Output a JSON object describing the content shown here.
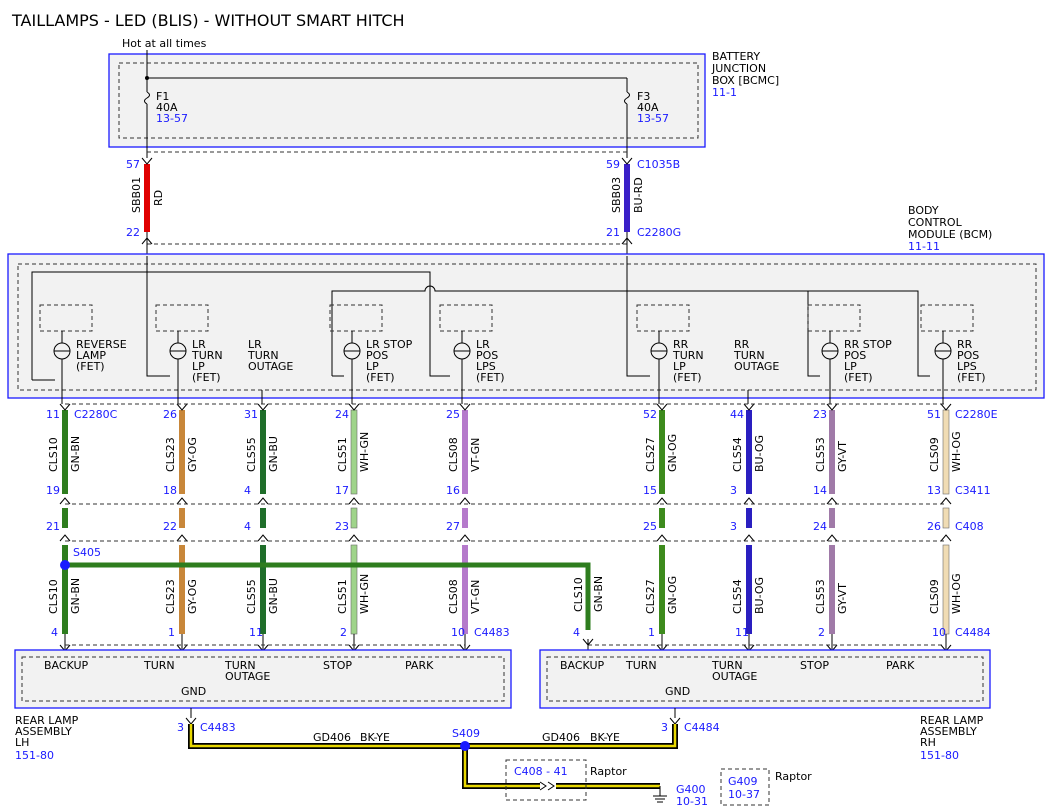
{
  "title": "TAILLAMPS - LED (BLIS) - WITHOUT SMART HITCH",
  "hot_label": "Hot at all times",
  "bjb": {
    "lines": [
      "BATTERY",
      "JUNCTION",
      "BOX [BCMC]"
    ],
    "ref": "11-1"
  },
  "bcm": {
    "lines": [
      "BODY",
      "CONTROL",
      "MODULE (BCM)"
    ],
    "ref": "11-11"
  },
  "fuses": [
    {
      "name": "F1",
      "amps": "40A",
      "ref": "13-57"
    },
    {
      "name": "F3",
      "amps": "40A",
      "ref": "13-57"
    }
  ],
  "feeds": [
    {
      "top_pin": "57",
      "bottom_pin": "22",
      "circuit": "SBB01",
      "color_code": "RD",
      "color": "#e00000",
      "top_conn": "",
      "bottom_conn": ""
    },
    {
      "top_pin": "59",
      "bottom_pin": "21",
      "circuit": "SBB03",
      "color_code": "BU-RD",
      "color": "#3a1fc8",
      "top_conn": "C1035B",
      "bottom_conn": "C2280G"
    }
  ],
  "bcm_outputs": [
    {
      "lines": [
        "REVERSE",
        "LAMP",
        "(FET)"
      ]
    },
    {
      "lines": [
        "LR",
        "TURN",
        "LP",
        "(FET)"
      ]
    },
    {
      "lines": [
        "LR",
        "TURN",
        "OUTAGE"
      ]
    },
    {
      "lines": [
        "LR STOP",
        "POS",
        "LP",
        "(FET)"
      ]
    },
    {
      "lines": [
        "LR",
        "POS",
        "LPS",
        "(FET)"
      ]
    },
    {
      "lines": [
        "RR",
        "TURN",
        "LP",
        "(FET)"
      ]
    },
    {
      "lines": [
        "RR",
        "TURN",
        "OUTAGE"
      ]
    },
    {
      "lines": [
        "RR STOP",
        "POS",
        "LP",
        "(FET)"
      ]
    },
    {
      "lines": [
        "RR",
        "POS",
        "LPS",
        "(FET)"
      ]
    }
  ],
  "connectors": {
    "bcm_left": "C2280C",
    "bcm_right": "C2280E",
    "c3411": "C3411",
    "c408": "C408",
    "lh": "C4483",
    "rh": "C4484"
  },
  "wires": [
    {
      "circuit": "CLS10",
      "color_code": "GN-BN",
      "bcm_pin": "11",
      "c3411_pin": "19",
      "c408_pin": "21",
      "lamp_pin": "4",
      "color": "#2e7d1e"
    },
    {
      "circuit": "CLS23",
      "color_code": "GY-OG",
      "bcm_pin": "26",
      "c3411_pin": "18",
      "c408_pin": "22",
      "lamp_pin": "1",
      "color": "#c8873a"
    },
    {
      "circuit": "CLS55",
      "color_code": "GN-BU",
      "bcm_pin": "31",
      "c3411_pin": "4",
      "c408_pin": "4",
      "lamp_pin": "11",
      "color": "#1f6e2a"
    },
    {
      "circuit": "CLS51",
      "color_code": "WH-GN",
      "bcm_pin": "24",
      "c3411_pin": "17",
      "c408_pin": "23",
      "lamp_pin": "2",
      "color": "#9fd48a"
    },
    {
      "circuit": "CLS08",
      "color_code": "VT-GN",
      "bcm_pin": "25",
      "c3411_pin": "16",
      "c408_pin": "27",
      "lamp_pin": "10",
      "color": "#b57acb"
    },
    {
      "circuit": "CLS27",
      "color_code": "GN-OG",
      "bcm_pin": "52",
      "c3411_pin": "15",
      "c408_pin": "25",
      "lamp_pin": "1",
      "color": "#3d8b1d"
    },
    {
      "circuit": "CLS54",
      "color_code": "BU-OG",
      "bcm_pin": "44",
      "c3411_pin": "3",
      "c408_pin": "3",
      "lamp_pin": "11",
      "color": "#2a1fc0"
    },
    {
      "circuit": "CLS53",
      "color_code": "GY-VT",
      "bcm_pin": "23",
      "c3411_pin": "14",
      "c408_pin": "24",
      "lamp_pin": "2",
      "color": "#a07aa8"
    },
    {
      "circuit": "CLS09",
      "color_code": "WH-OG",
      "bcm_pin": "51",
      "c3411_pin": "13",
      "c408_pin": "26",
      "lamp_pin": "10",
      "color": "#f0dcb4"
    }
  ],
  "splice_s405": "S405",
  "rh_backup": {
    "circuit": "CLS10",
    "color_code": "GN-BN",
    "pin": "4"
  },
  "lamp_lh": {
    "labels": [
      "BACKUP",
      "TURN",
      "TURN",
      "OUTAGE",
      "STOP",
      "PARK"
    ],
    "gnd": "GND",
    "name_lines": [
      "REAR LAMP",
      "ASSEMBLY",
      "LH"
    ],
    "ref": "151-80",
    "gnd_pin": "3"
  },
  "lamp_rh": {
    "labels": [
      "BACKUP",
      "TURN",
      "TURN",
      "OUTAGE",
      "STOP",
      "PARK"
    ],
    "gnd": "GND",
    "name_lines": [
      "REAR LAMP",
      "ASSEMBLY",
      "RH"
    ],
    "ref": "151-80",
    "gnd_pin": "3"
  },
  "ground": {
    "circuit": "GD406",
    "color_code": "BK-YE",
    "splice": "S409",
    "c408_pin": "C408 - 41",
    "raptor": "Raptor",
    "g400": "G400",
    "g400_ref": "10-31",
    "g409": "G409",
    "g409_ref": "10-37",
    "g409_note": "Raptor"
  }
}
